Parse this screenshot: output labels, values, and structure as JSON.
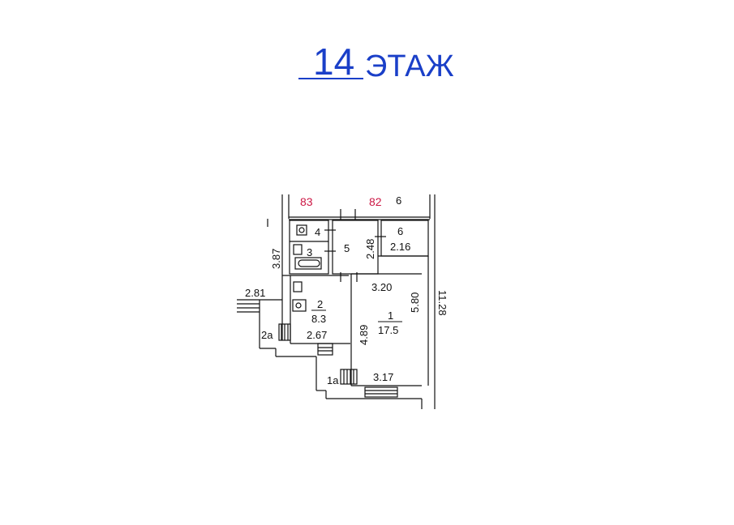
{
  "header": {
    "floor_number": "14",
    "floor_word": "ЭТАЖ"
  },
  "plan": {
    "neighbor_apartments": {
      "left": "83",
      "right": "82",
      "far_right": "6"
    },
    "rooms": {
      "r1": {
        "number": "1",
        "area": "17.5"
      },
      "r2": {
        "number": "2",
        "area": "8.3"
      },
      "r2a": {
        "number": "2а"
      },
      "r1a": {
        "number": "1а"
      },
      "r3": {
        "number": "3"
      },
      "r4": {
        "number": "4"
      },
      "r5": {
        "number": "5"
      },
      "r6": {
        "number": "6"
      }
    },
    "dimensions": {
      "d_387": "3.87",
      "d_281": "2.81",
      "d_267": "2.67",
      "d_248": "2.48",
      "d_216": "2.16",
      "d_320": "3.20",
      "d_580": "5.80",
      "d_489": "4.89",
      "d_317": "3.17",
      "d_1128": "11.28"
    }
  },
  "colors": {
    "title": "#1a3fc8",
    "apartment_numbers": "#cc1744",
    "walls": "#111111"
  }
}
